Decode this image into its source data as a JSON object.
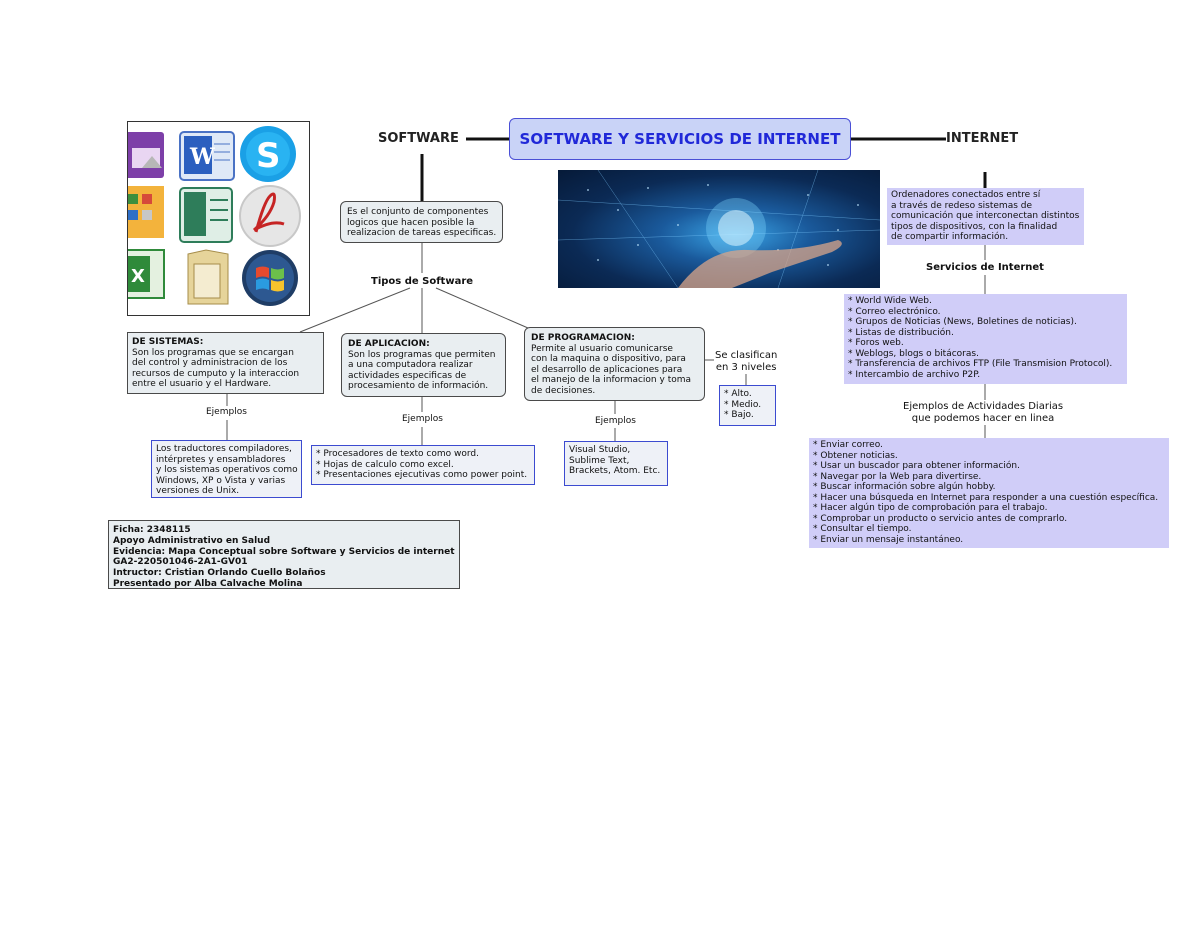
{
  "title": "SOFTWARE Y SERVICIOS DE INTERNET",
  "left_heading": "SOFTWARE",
  "right_heading": "INTERNET",
  "software_def": [
    "Es el conjunto de componentes",
    "logicos que hacen posible la",
    "realizacion de tareas especificas."
  ],
  "tipos_label": "Tipos de Software",
  "sistemas": {
    "title": "DE SISTEMAS:",
    "lines": [
      "Son los programas que se encargan",
      "del control y administracion de los",
      "recursos de cumputo y la interaccion",
      "entre el usuario y el Hardware."
    ],
    "ejemplos_label": "Ejemplos",
    "ejemplos": [
      "Los traductores compiladores,",
      "intérpretes y ensambladores",
      "y los sistemas operativos como",
      "Windows, XP o Vista  y varias",
      "versiones de Unix."
    ]
  },
  "aplicacion": {
    "title": "DE APLICACION:",
    "lines": [
      "Son los programas que permiten",
      "a una computadora realizar",
      "actividades especificas de",
      "procesamiento de información."
    ],
    "ejemplos_label": "Ejemplos",
    "ejemplos": [
      "* Procesadores de texto como word.",
      "* Hojas de calculo como excel.",
      "* Presentaciones ejecutivas como power point."
    ]
  },
  "programacion": {
    "title": "DE PROGRAMACION:",
    "lines": [
      "Permite al usuario comunicarse",
      "con la maquina o dispositivo, para",
      "el desarrollo de aplicaciones para",
      "el manejo de la informacion y toma",
      "de decisiones."
    ],
    "ejemplos_label": "Ejemplos",
    "ejemplos": [
      "Visual Studio,",
      "Sublime Text,",
      "Brackets, Atom. Etc."
    ],
    "niveles_label": [
      "Se clasifican",
      "en 3 niveles"
    ],
    "niveles": [
      "* Alto.",
      "* Medio.",
      "* Bajo."
    ]
  },
  "internet_def": [
    "Ordenadores conectados entre sí",
    "a través de redeso sistemas de",
    "comunicación que interconectan distintos",
    "tipos de dispositivos, con la finalidad",
    "de compartir información."
  ],
  "servicios_label": "Servicios de Internet",
  "servicios": [
    "* World Wide Web.",
    "* Correo electrónico.",
    "* Grupos de Noticias (News, Boletines de noticias).",
    "* Listas de distribución.",
    "* Foros web.",
    "* Weblogs, blogs o bitácoras.",
    "* Transferencia de archivos FTP (File Transmision Protocol).",
    "* Intercambio de archivo P2P."
  ],
  "actividades_label": [
    "Ejemplos de Actividades Diarias",
    "que podemos hacer en linea"
  ],
  "actividades": [
    "* Enviar correo.",
    "* Obtener noticias.",
    "* Usar un buscador para obtener información.",
    "* Navegar por la Web para divertirse.",
    "* Buscar información sobre algún hobby.",
    "* Hacer una búsqueda en Internet para responder a una cuestión específica.",
    "* Hacer algún tipo de comprobación para el trabajo.",
    "* Comprobar un producto o servicio antes de comprarlo.",
    "* Consultar el tiempo.",
    "* Enviar un mensaje instantáneo."
  ],
  "ficha": [
    "Ficha: 2348115",
    "Apoyo Administrativo en Salud",
    "Evidencia: Mapa Conceptual sobre Software y Servicios de internet",
    "GA2-220501046-2A1-GV01",
    "Intructor: Cristian Orlando Cuello Bolaños",
    "Presentado por Alba Calvache Molina"
  ],
  "icons": [
    "powerpoint-icon",
    "word-icon",
    "skype-icon",
    "access-icon",
    "publisher-icon",
    "acrobat-icon",
    "excel-icon",
    "folder-icon",
    "windows-icon"
  ],
  "colors": {
    "title_bg": "#c9d3f7",
    "title_text": "#2028d8",
    "lavender": "#d0cdf8",
    "box_grey": "#e9eef1",
    "blue_border": "#3c4bd0"
  }
}
